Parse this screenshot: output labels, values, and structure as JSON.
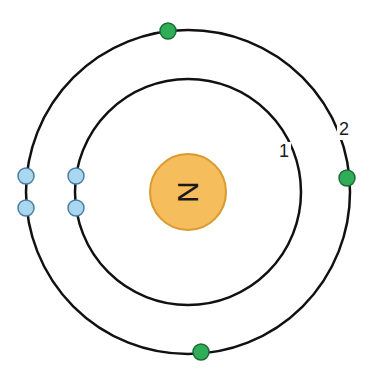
{
  "diagram": {
    "nodes": [
      {
        "text": [
          "N"
        ]
      }
    ],
    "labels": [
      "1",
      "2"
    ]
  }
}
